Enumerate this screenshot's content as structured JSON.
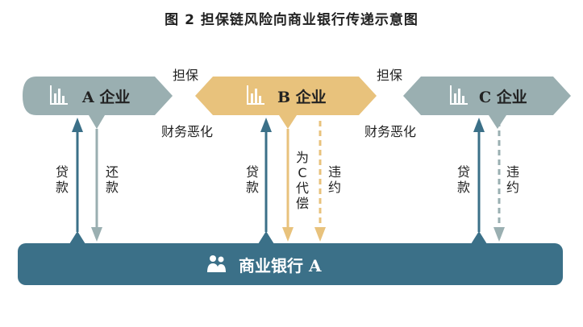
{
  "title": "图 2  担保链风险向商业银行传递示意图",
  "colors": {
    "grey_box": "#9aafb1",
    "gold_box": "#e8c27c",
    "bank": "#3b7088",
    "arrow_dark": "#3b7088",
    "arrow_light": "#9aafb1",
    "arrow_gold": "#e8c27c"
  },
  "nodes": {
    "a": {
      "label": "A 企业",
      "icon": "bar-chart-icon"
    },
    "b": {
      "label": "B 企业",
      "icon": "bar-chart-icon"
    },
    "c": {
      "label": "C 企业",
      "icon": "bar-chart-icon"
    },
    "bank": {
      "label": "商业银行 A",
      "icon": "people-icon"
    }
  },
  "edges": {
    "guarantee_ab": "担保",
    "guarantee_bc": "担保",
    "deteriorate_a": "财务恶化",
    "deteriorate_b": "财务恶化",
    "loan_a": "贷款",
    "repay_a": "还款",
    "loan_b": "贷款",
    "compensate_b": "为C代偿",
    "default_b": "违约",
    "loan_c": "贷款",
    "default_c": "违约"
  }
}
